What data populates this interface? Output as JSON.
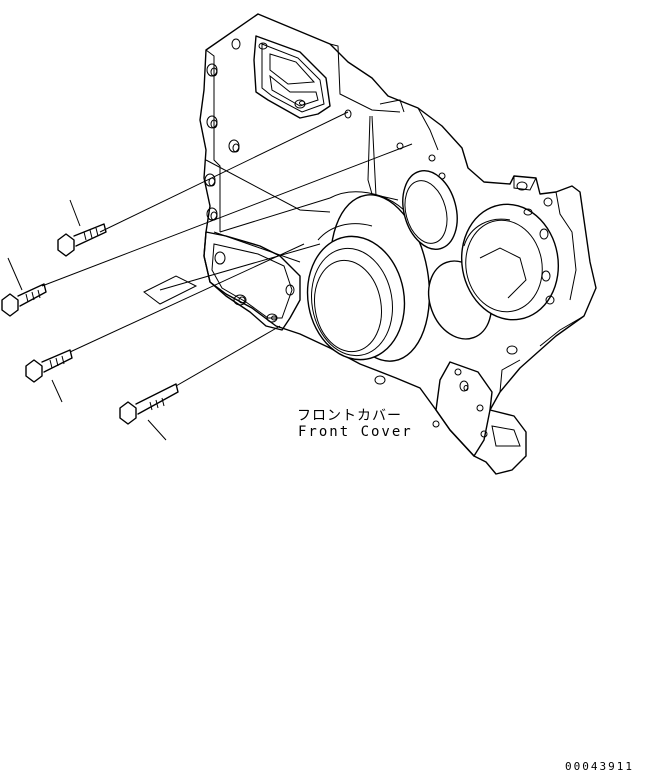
{
  "part_label": {
    "japanese": "フロントカバー",
    "english": "Front Cover"
  },
  "drawing_number": "00043911",
  "colors": {
    "line": "#000000",
    "background": "#ffffff"
  }
}
